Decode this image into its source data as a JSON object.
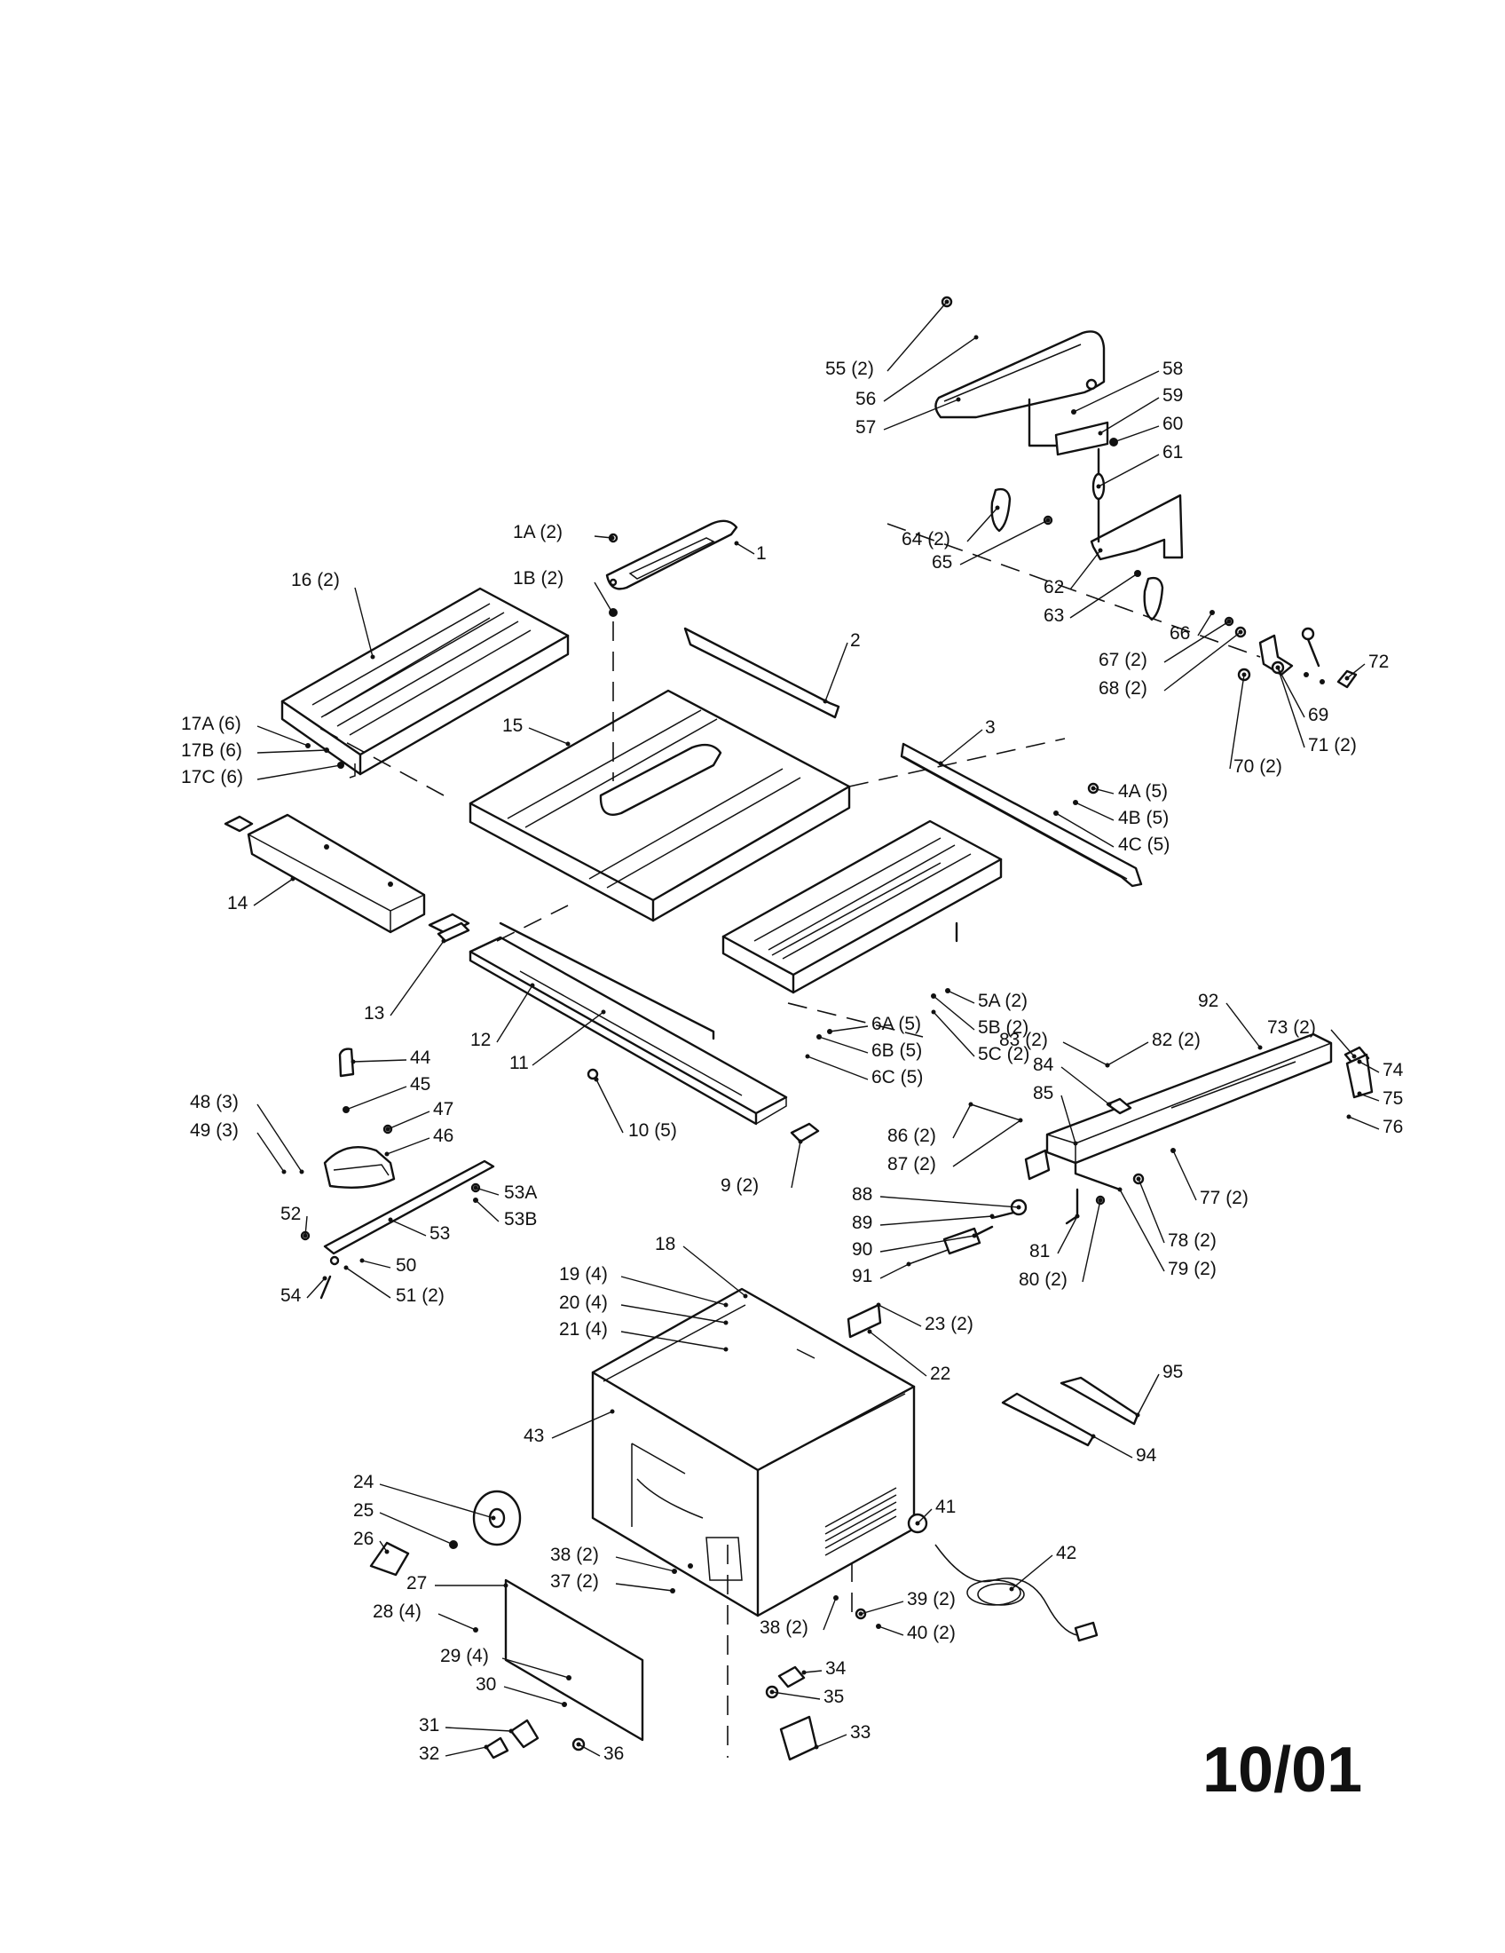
{
  "revision": "10/01",
  "callouts": [
    {
      "id": "1",
      "text": "1"
    },
    {
      "id": "1A",
      "text": "1A (2)"
    },
    {
      "id": "1B",
      "text": "1B (2)"
    },
    {
      "id": "2",
      "text": "2"
    },
    {
      "id": "3",
      "text": "3"
    },
    {
      "id": "4A",
      "text": "4A (5)"
    },
    {
      "id": "4B",
      "text": "4B (5)"
    },
    {
      "id": "4C",
      "text": "4C (5)"
    },
    {
      "id": "5A",
      "text": "5A (2)"
    },
    {
      "id": "5B",
      "text": "5B (2)"
    },
    {
      "id": "5C",
      "text": "5C (2)"
    },
    {
      "id": "6A",
      "text": "6A (5)"
    },
    {
      "id": "6B",
      "text": "6B (5)"
    },
    {
      "id": "6C",
      "text": "6C (5)"
    },
    {
      "id": "9",
      "text": "9 (2)"
    },
    {
      "id": "10",
      "text": "10 (5)"
    },
    {
      "id": "11",
      "text": "11"
    },
    {
      "id": "12",
      "text": "12"
    },
    {
      "id": "13",
      "text": "13"
    },
    {
      "id": "14",
      "text": "14"
    },
    {
      "id": "15",
      "text": "15"
    },
    {
      "id": "16",
      "text": "16 (2)"
    },
    {
      "id": "17A",
      "text": "17A (6)"
    },
    {
      "id": "17B",
      "text": "17B (6)"
    },
    {
      "id": "17C",
      "text": "17C (6)"
    },
    {
      "id": "18",
      "text": "18"
    },
    {
      "id": "19",
      "text": "19 (4)"
    },
    {
      "id": "20",
      "text": "20 (4)"
    },
    {
      "id": "21",
      "text": "21 (4)"
    },
    {
      "id": "22",
      "text": "22"
    },
    {
      "id": "23",
      "text": "23 (2)"
    },
    {
      "id": "24",
      "text": "24"
    },
    {
      "id": "25",
      "text": "25"
    },
    {
      "id": "26",
      "text": "26"
    },
    {
      "id": "27",
      "text": "27"
    },
    {
      "id": "28",
      "text": "28 (4)"
    },
    {
      "id": "29",
      "text": "29 (4)"
    },
    {
      "id": "30",
      "text": "30"
    },
    {
      "id": "31",
      "text": "31"
    },
    {
      "id": "32",
      "text": "32"
    },
    {
      "id": "33",
      "text": "33"
    },
    {
      "id": "34",
      "text": "34"
    },
    {
      "id": "35",
      "text": "35"
    },
    {
      "id": "36",
      "text": "36"
    },
    {
      "id": "37",
      "text": "37 (2)"
    },
    {
      "id": "38a",
      "text": "38 (2)"
    },
    {
      "id": "38b",
      "text": "38 (2)"
    },
    {
      "id": "39",
      "text": "39 (2)"
    },
    {
      "id": "40",
      "text": "40 (2)"
    },
    {
      "id": "41",
      "text": "41"
    },
    {
      "id": "42",
      "text": "42"
    },
    {
      "id": "43",
      "text": "43"
    },
    {
      "id": "44",
      "text": "44"
    },
    {
      "id": "45",
      "text": "45"
    },
    {
      "id": "46",
      "text": "46"
    },
    {
      "id": "47",
      "text": "47"
    },
    {
      "id": "48",
      "text": "48 (3)"
    },
    {
      "id": "49",
      "text": "49 (3)"
    },
    {
      "id": "50",
      "text": "50"
    },
    {
      "id": "51",
      "text": "51 (2)"
    },
    {
      "id": "52",
      "text": "52"
    },
    {
      "id": "53",
      "text": "53"
    },
    {
      "id": "53A",
      "text": "53A"
    },
    {
      "id": "53B",
      "text": "53B"
    },
    {
      "id": "54",
      "text": "54"
    },
    {
      "id": "55",
      "text": "55 (2)"
    },
    {
      "id": "56",
      "text": "56"
    },
    {
      "id": "57",
      "text": "57"
    },
    {
      "id": "58",
      "text": "58"
    },
    {
      "id": "59",
      "text": "59"
    },
    {
      "id": "60",
      "text": "60"
    },
    {
      "id": "61",
      "text": "61"
    },
    {
      "id": "62",
      "text": "62"
    },
    {
      "id": "63",
      "text": "63"
    },
    {
      "id": "64",
      "text": "64 (2)"
    },
    {
      "id": "65",
      "text": "65"
    },
    {
      "id": "66",
      "text": "66"
    },
    {
      "id": "67",
      "text": "67 (2)"
    },
    {
      "id": "68",
      "text": "68 (2)"
    },
    {
      "id": "69",
      "text": "69"
    },
    {
      "id": "70",
      "text": "70 (2)"
    },
    {
      "id": "71",
      "text": "71 (2)"
    },
    {
      "id": "72",
      "text": "72"
    },
    {
      "id": "73",
      "text": "73 (2)"
    },
    {
      "id": "74",
      "text": "74"
    },
    {
      "id": "75",
      "text": "75"
    },
    {
      "id": "76",
      "text": "76"
    },
    {
      "id": "77",
      "text": "77 (2)"
    },
    {
      "id": "78",
      "text": "78 (2)"
    },
    {
      "id": "79",
      "text": "79 (2)"
    },
    {
      "id": "80",
      "text": "80 (2)"
    },
    {
      "id": "81",
      "text": "81"
    },
    {
      "id": "82",
      "text": "82 (2)"
    },
    {
      "id": "83",
      "text": "83 (2)"
    },
    {
      "id": "84",
      "text": "84"
    },
    {
      "id": "85",
      "text": "85"
    },
    {
      "id": "86",
      "text": "86 (2)"
    },
    {
      "id": "87",
      "text": "87 (2)"
    },
    {
      "id": "88",
      "text": "88"
    },
    {
      "id": "89",
      "text": "89"
    },
    {
      "id": "90",
      "text": "90"
    },
    {
      "id": "91",
      "text": "91"
    },
    {
      "id": "92",
      "text": "92"
    },
    {
      "id": "94",
      "text": "94"
    },
    {
      "id": "95",
      "text": "95"
    }
  ]
}
